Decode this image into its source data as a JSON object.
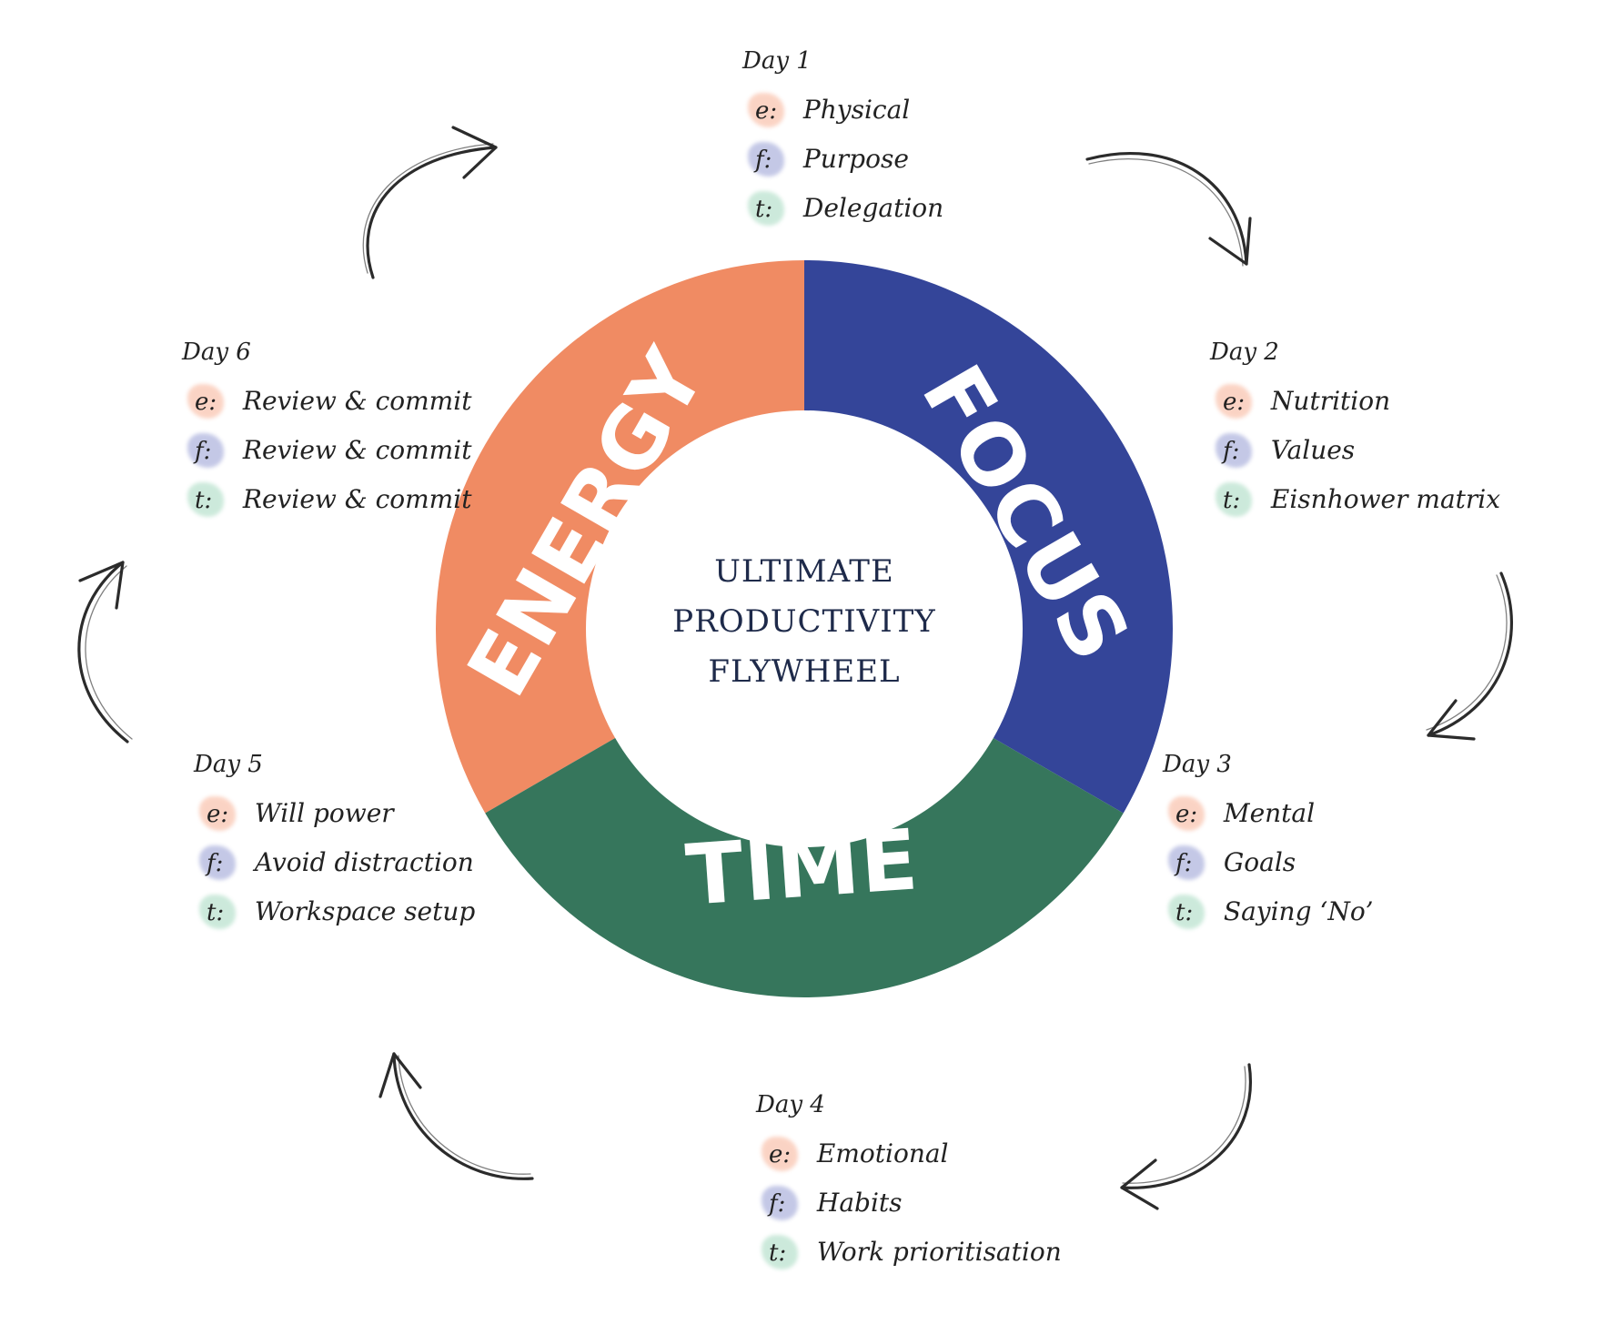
{
  "center": {
    "lines": [
      "ULTIMATE",
      "PRODUCTIVITY",
      "FLYWHEEL"
    ]
  },
  "segments": [
    {
      "label": "ENERGY",
      "color": "#f08b63"
    },
    {
      "label": "FOCUS",
      "color": "#344599"
    },
    {
      "label": "TIME",
      "color": "#36765c"
    }
  ],
  "prefix_colors": {
    "e": "#f6a07e",
    "f": "#7d86c9",
    "t": "#8fd0b0"
  },
  "days": [
    {
      "title": "Day 1",
      "items": [
        {
          "prefix": "e:",
          "text": "Physical"
        },
        {
          "prefix": "f:",
          "text": "Purpose"
        },
        {
          "prefix": "t:",
          "text": "Delegation"
        }
      ]
    },
    {
      "title": "Day 2",
      "items": [
        {
          "prefix": "e:",
          "text": "Nutrition"
        },
        {
          "prefix": "f:",
          "text": "Values"
        },
        {
          "prefix": "t:",
          "text": "Eisnhower matrix"
        }
      ]
    },
    {
      "title": "Day 3",
      "items": [
        {
          "prefix": "e:",
          "text": "Mental"
        },
        {
          "prefix": "f:",
          "text": "Goals"
        },
        {
          "prefix": "t:",
          "text": "Saying ‘No’"
        }
      ]
    },
    {
      "title": "Day 4",
      "items": [
        {
          "prefix": "e:",
          "text": "Emotional"
        },
        {
          "prefix": "f:",
          "text": "Habits"
        },
        {
          "prefix": "t:",
          "text": "Work prioritisation"
        }
      ]
    },
    {
      "title": "Day 5",
      "items": [
        {
          "prefix": "e:",
          "text": "Will power"
        },
        {
          "prefix": "f:",
          "text": "Avoid distraction"
        },
        {
          "prefix": "t:",
          "text": "Workspace setup"
        }
      ]
    },
    {
      "title": "Day 6",
      "items": [
        {
          "prefix": "e:",
          "text": "Review & commit"
        },
        {
          "prefix": "f:",
          "text": "Review & commit"
        },
        {
          "prefix": "t:",
          "text": "Review & commit"
        }
      ]
    }
  ],
  "arrows": [
    {
      "name": "arrow-day6-to-day1",
      "direction": "clockwise"
    },
    {
      "name": "arrow-day1-to-day2",
      "direction": "clockwise"
    },
    {
      "name": "arrow-day2-to-day3",
      "direction": "clockwise"
    },
    {
      "name": "arrow-day3-to-day4",
      "direction": "clockwise"
    },
    {
      "name": "arrow-day4-to-day5",
      "direction": "clockwise"
    },
    {
      "name": "arrow-day5-to-day6",
      "direction": "clockwise"
    }
  ]
}
